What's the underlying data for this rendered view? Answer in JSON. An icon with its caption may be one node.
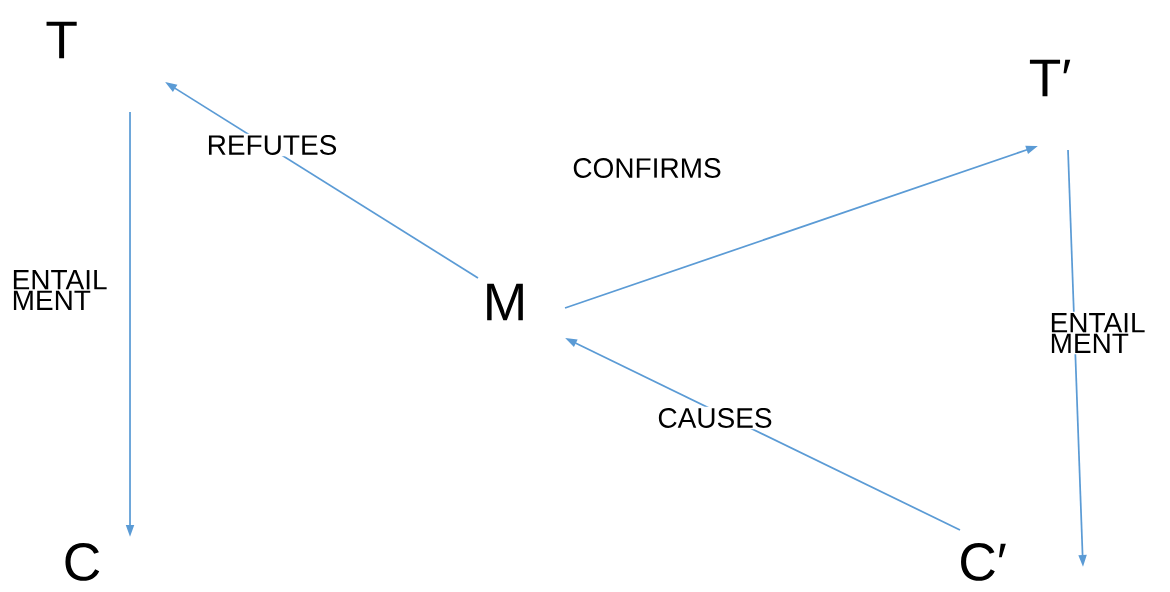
{
  "diagram": {
    "nodes": [
      {
        "text": [
          "T"
        ]
      },
      {
        "text": [
          "C"
        ]
      },
      {
        "text": [
          "M"
        ]
      },
      {
        "text": [
          "T′"
        ]
      },
      {
        "text": [
          "C′"
        ]
      }
    ],
    "edges": [
      {
        "from": 0,
        "to": 1,
        "arrow": "to",
        "label": "ENTAIL MENT"
      },
      {
        "from": 2,
        "to": 0,
        "arrow": "to",
        "label": "REFUTES"
      },
      {
        "from": 2,
        "to": 3,
        "arrow": "to",
        "label": "CONFIRMS"
      },
      {
        "from": 4,
        "to": 2,
        "arrow": "to",
        "label": "CAUSES"
      },
      {
        "from": 3,
        "to": 4,
        "arrow": "to",
        "label": "ENTAIL MENT"
      }
    ]
  }
}
